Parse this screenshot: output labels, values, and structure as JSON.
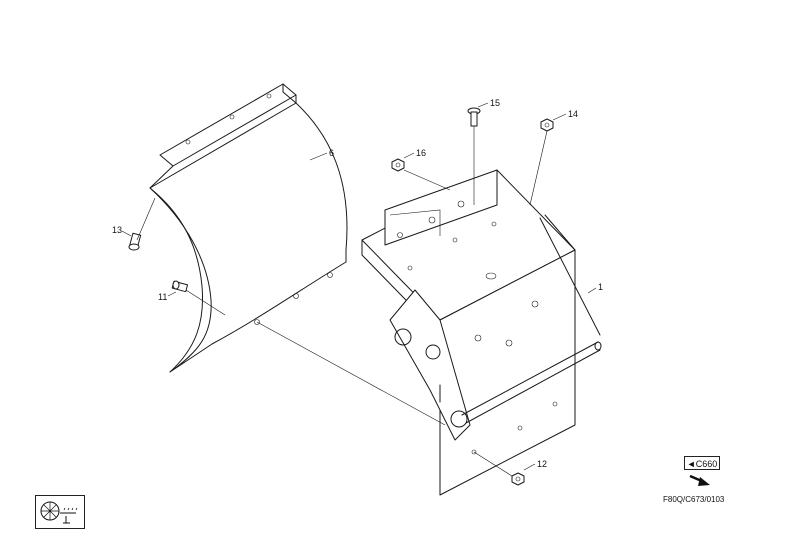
{
  "callouts": {
    "part_1": "1",
    "part_6": "6",
    "part_11": "11",
    "part_12": "12",
    "part_13": "13",
    "part_14": "14",
    "part_15": "15",
    "part_16": "16"
  },
  "reference_box": "◄C660",
  "drawing_code": "F80Q/C673/0103",
  "icons": {
    "arrow": "arrow-down-right-icon",
    "logo": "chopper-machine-logo"
  }
}
